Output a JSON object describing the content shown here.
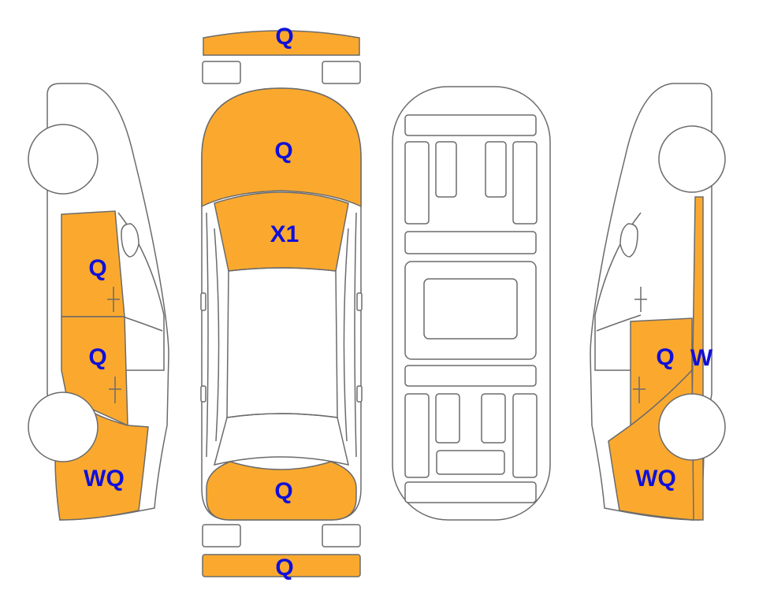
{
  "colors": {
    "damage_fill": "#FBA92E",
    "label": "#1010D8",
    "outline": "#6B6B6B",
    "background": "#FFFFFF"
  },
  "labels": {
    "front_bumper": "Q",
    "hood": "Q",
    "windshield": "X1",
    "trunk": "Q",
    "rear_bumper": "Q",
    "left_front_door": "Q",
    "left_rear_door": "Q",
    "left_rear_quarter": "WQ",
    "right_rear_door": "Q",
    "right_pillar": "W",
    "right_rear_quarter": "WQ"
  }
}
